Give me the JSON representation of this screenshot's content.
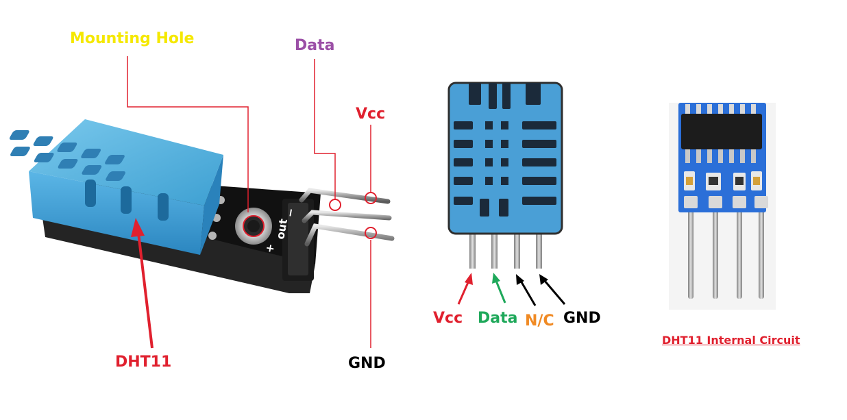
{
  "left_module": {
    "labels": {
      "mounting_hole": "Mounting Hole",
      "data": "Data",
      "vcc": "Vcc",
      "gnd": "GND",
      "sensor": "DHT11"
    },
    "board_marks": {
      "plus": "+",
      "out": "out",
      "minus": "−"
    }
  },
  "center_sensor": {
    "pins": {
      "vcc": "Vcc",
      "data": "Data",
      "nc": "N/C",
      "gnd": "GND"
    }
  },
  "right_module": {
    "caption": "DHT11 Internal Circuit"
  },
  "colors": {
    "mounting_hole": "#f5e800",
    "data_top": "#9b4fa6",
    "red": "#e0202e",
    "black": "#000000",
    "green": "#1ea85a",
    "orange": "#f08a24",
    "sensor_blue": "#4a9fd6",
    "pcb_blue": "#2b6fd8"
  }
}
